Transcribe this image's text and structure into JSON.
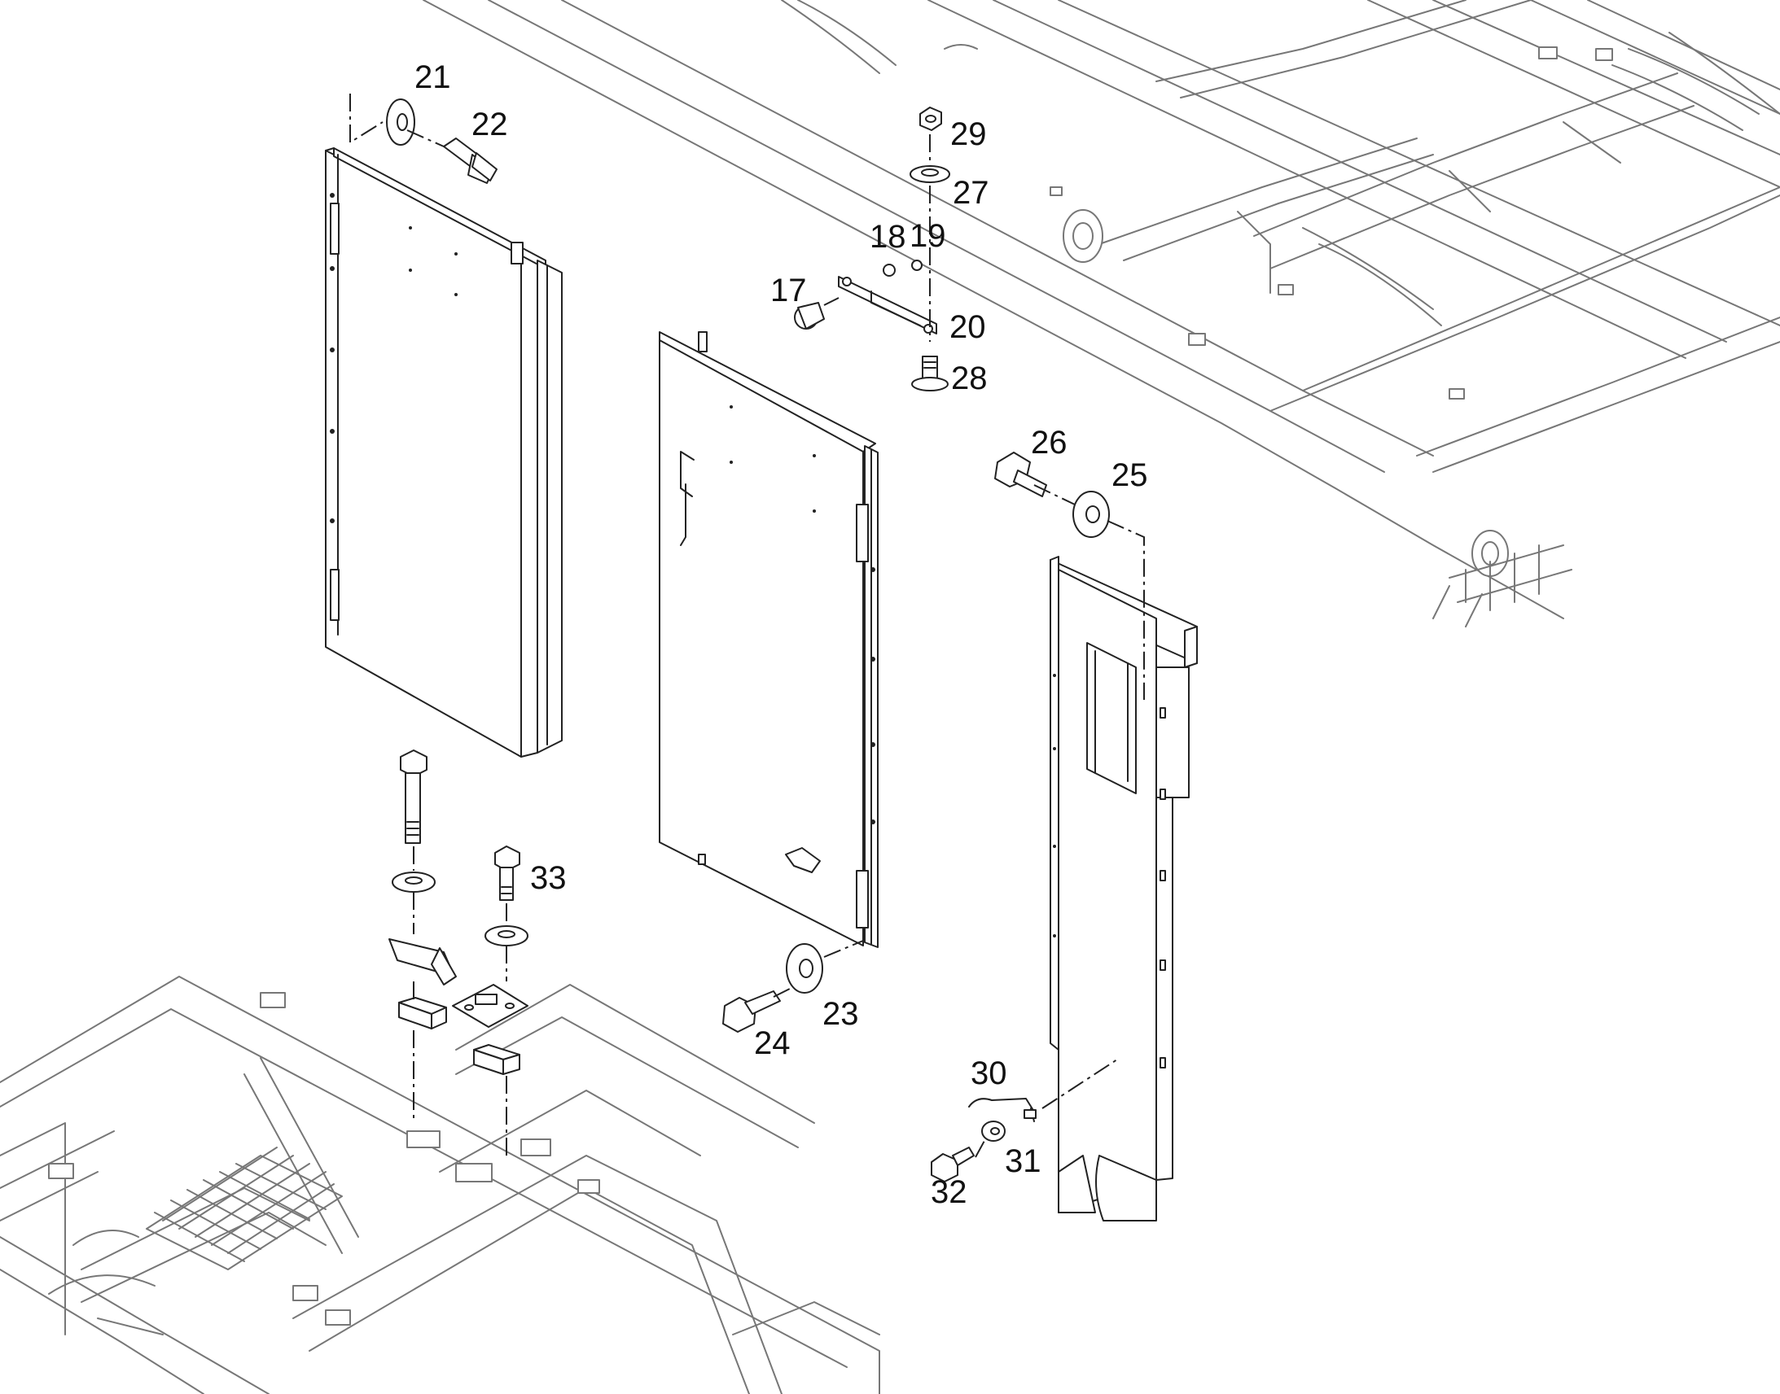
{
  "callouts": {
    "c17": "17",
    "c18": "18",
    "c19": "19",
    "c20": "20",
    "c21": "21",
    "c22": "22",
    "c23": "23",
    "c24": "24",
    "c25": "25",
    "c26": "26",
    "c27": "27",
    "c28": "28",
    "c29": "29",
    "c30": "30",
    "c31": "31",
    "c32": "32",
    "c33": "33"
  }
}
